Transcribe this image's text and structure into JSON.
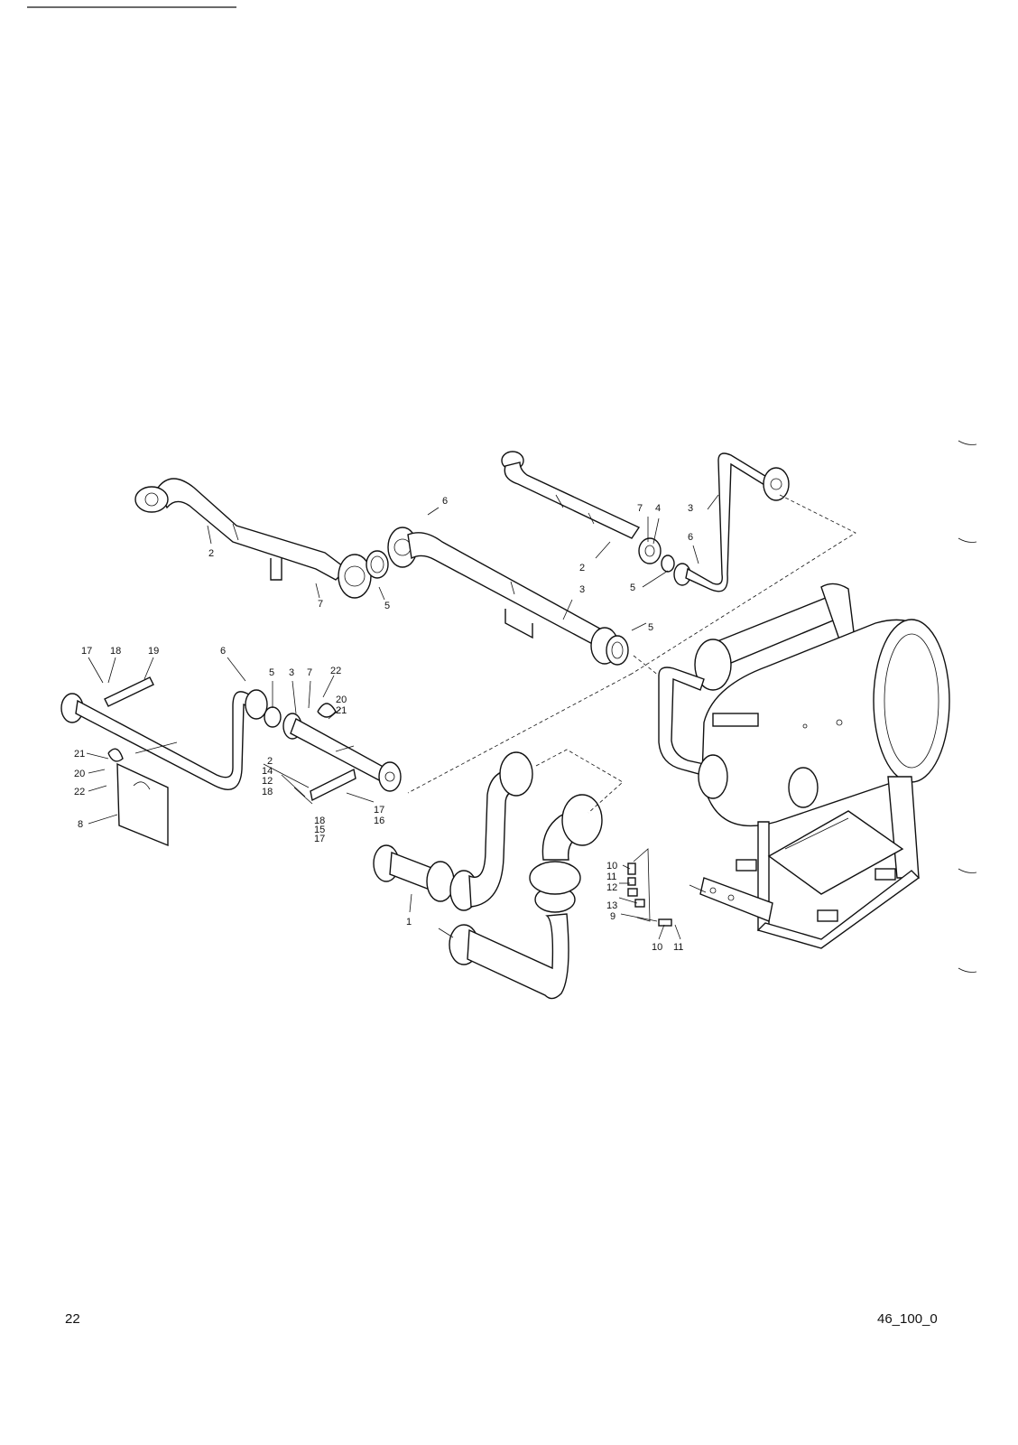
{
  "page": {
    "page_number": "22",
    "drawing_code": "46_100_0"
  },
  "callouts": {
    "a2": "2",
    "a5": "5",
    "a7": "7",
    "a6": "6",
    "a3": "3",
    "a5b": "5",
    "b7": "7",
    "b4": "4",
    "b3": "3",
    "b2": "2",
    "b6": "6",
    "b5": "5",
    "c17": "17",
    "c18": "18",
    "c19": "19",
    "c21": "21",
    "c20": "20",
    "c22": "22",
    "c8": "8",
    "d6": "6",
    "d5": "5",
    "d3": "3",
    "d7": "7",
    "d22": "22",
    "d20": "20",
    "d21": "21",
    "e2": "2",
    "e14": "14",
    "e12": "12",
    "e18": "18",
    "e17": "17",
    "e16": "16",
    "e18b": "18",
    "e15": "15",
    "e17b": "17",
    "f1": "1",
    "g10": "10",
    "g11": "11",
    "g12": "12",
    "g13": "13",
    "g9": "9",
    "g10b": "10",
    "g11b": "11"
  }
}
